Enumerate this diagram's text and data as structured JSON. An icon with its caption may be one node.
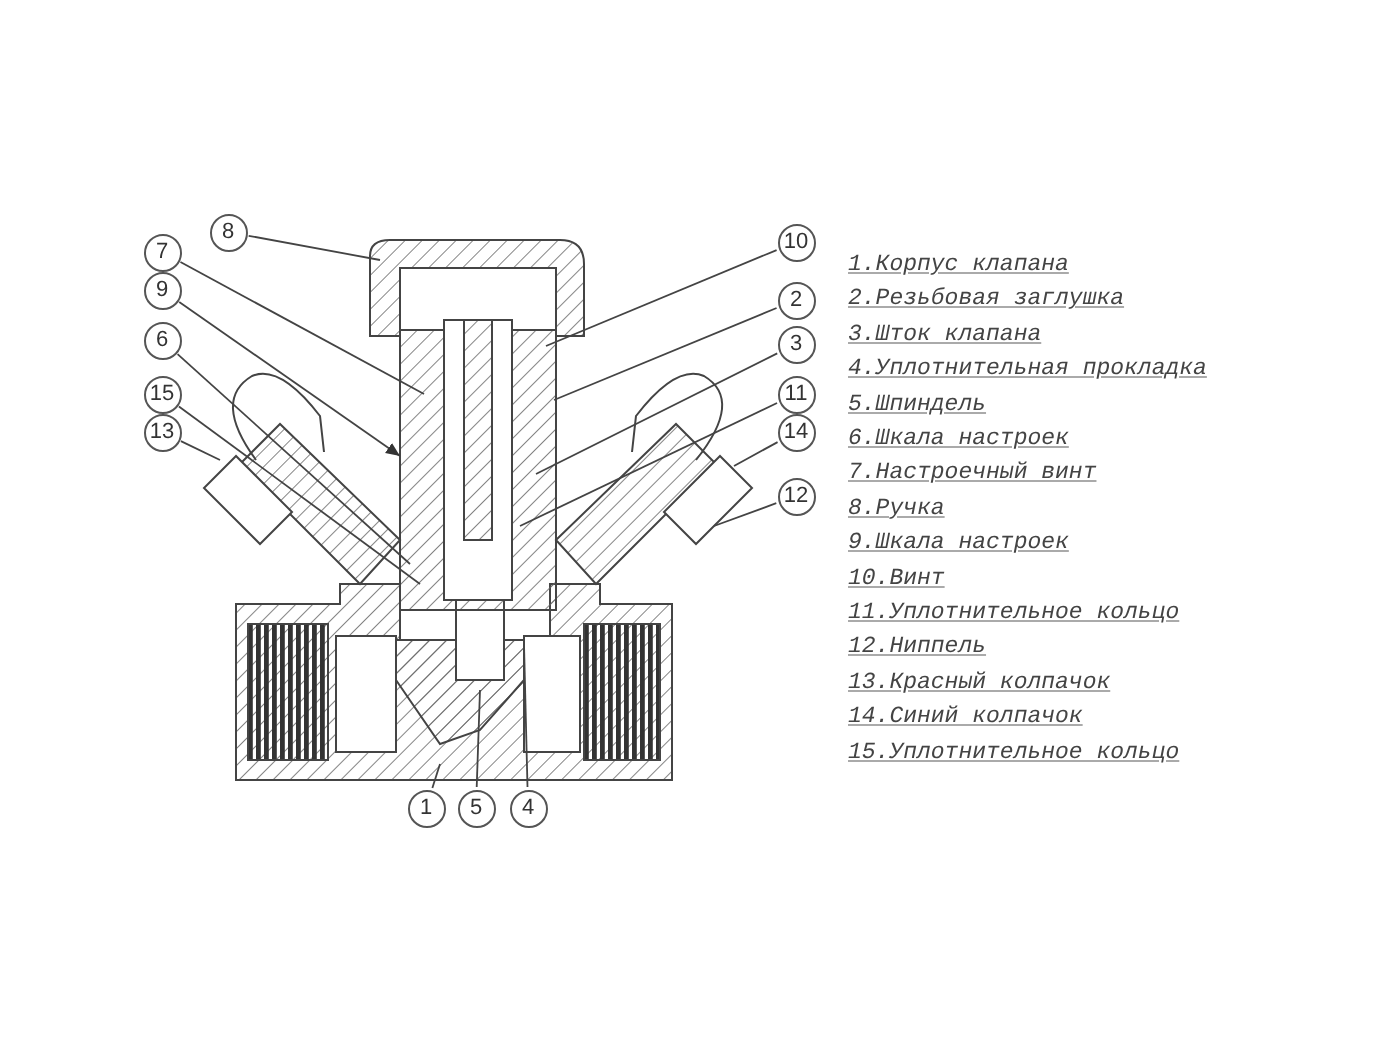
{
  "diagram": {
    "nodes": [
      {
        "text": [
          "8"
        ]
      },
      {
        "text": [
          "10"
        ]
      },
      {
        "text": [
          "7"
        ]
      },
      {
        "text": [
          "2"
        ]
      },
      {
        "text": [
          "9"
        ]
      },
      {
        "text": [
          "3"
        ]
      },
      {
        "text": [
          "6"
        ]
      },
      {
        "text": [
          "11"
        ]
      },
      {
        "text": [
          "15"
        ]
      },
      {
        "text": [
          "14"
        ]
      },
      {
        "text": [
          "13"
        ]
      },
      {
        "text": [
          "12"
        ]
      },
      {
        "text": [
          "1"
        ]
      },
      {
        "text": [
          "5"
        ]
      },
      {
        "text": [
          "4"
        ]
      }
    ],
    "edges": [
      {
        "from": 0,
        "to": null,
        "arrow": "none"
      },
      {
        "from": 1,
        "to": null,
        "arrow": "none"
      },
      {
        "from": 2,
        "to": null,
        "arrow": "none"
      },
      {
        "from": 3,
        "to": null,
        "arrow": "none"
      },
      {
        "from": 4,
        "to": null,
        "arrow": "to"
      },
      {
        "from": 5,
        "to": null,
        "arrow": "none"
      },
      {
        "from": 6,
        "to": null,
        "arrow": "none"
      },
      {
        "from": 7,
        "to": null,
        "arrow": "none"
      },
      {
        "from": 8,
        "to": null,
        "arrow": "none"
      },
      {
        "from": 9,
        "to": null,
        "arrow": "none"
      },
      {
        "from": 10,
        "to": null,
        "arrow": "none"
      },
      {
        "from": 11,
        "to": null,
        "arrow": "none"
      },
      {
        "from": 12,
        "to": null,
        "arrow": "none"
      },
      {
        "from": 13,
        "to": null,
        "arrow": "none"
      },
      {
        "from": 14,
        "to": null,
        "arrow": "none"
      }
    ],
    "labels": [
      "1.Корпус клапана",
      "2.Резьбовая заглушка",
      "3.Шток клапана",
      "4.Уплотнительная прокладка",
      "5.Шпиндель",
      "6.Шкала настроек",
      "7.Настроечный винт",
      "8.Ручка",
      "9.Шкала настроек",
      "10.Винт",
      "11.Уплотнительное кольцо",
      "12.Ниппель",
      "13.Красный колпачок",
      "14.Синий колпачок",
      "15.Уплотнительное кольцо"
    ]
  }
}
